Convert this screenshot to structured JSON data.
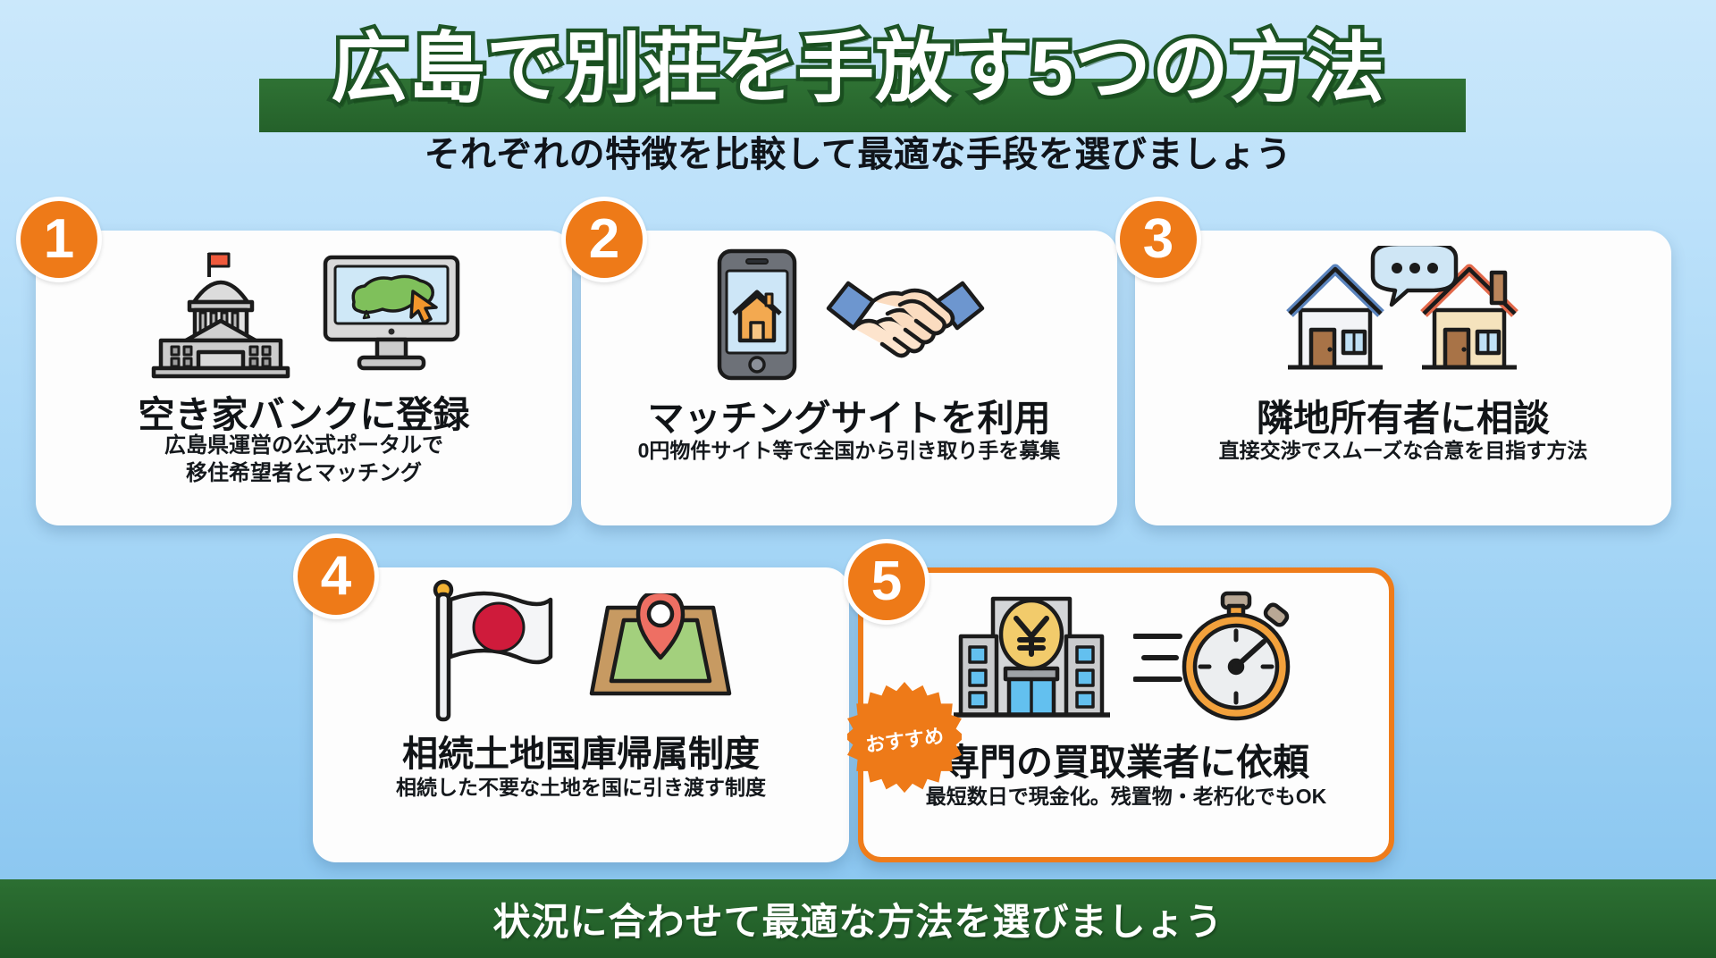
{
  "header": {
    "title": "広島で別荘を手放す5つの方法",
    "subtitle": "それぞれの特徴を比較して最適な手段を選びましょう",
    "title_band_color": "#2a6a2f",
    "title_text_color": "#ffffff"
  },
  "theme": {
    "background_top": "#cbe8fb",
    "background_bottom": "#87c4ef",
    "accent_orange": "#ee7a18",
    "card_background": "#fdfdfd",
    "green": "#2a6a2f"
  },
  "cards": [
    {
      "number": "1",
      "title": "空き家バンクに登録",
      "subtitle_line1": "広島県運営の公式ポータルで",
      "subtitle_line2": "移住希望者とマッチング",
      "icons": [
        "government-building-icon",
        "monitor-hiroshima-map-icon"
      ],
      "highlight": false
    },
    {
      "number": "2",
      "title": "マッチングサイトを利用",
      "subtitle_line1": "0円物件サイト等で全国から引き取り手を募集",
      "subtitle_line2": "",
      "icons": [
        "smartphone-house-icon",
        "handshake-icon"
      ],
      "highlight": false
    },
    {
      "number": "3",
      "title": "隣地所有者に相談",
      "subtitle_line1": "直接交渉でスムーズな合意を目指す方法",
      "subtitle_line2": "",
      "icons": [
        "two-houses-speech-bubble-icon"
      ],
      "highlight": false
    },
    {
      "number": "4",
      "title": "相続土地国庫帰属制度",
      "subtitle_line1": "相続した不要な土地を国に引き渡す制度",
      "subtitle_line2": "",
      "icons": [
        "japan-flag-icon",
        "land-plot-pin-icon"
      ],
      "highlight": false
    },
    {
      "number": "5",
      "title": "専門の買取業者に依頼",
      "subtitle_line1": "最短数日で現金化。残置物・老朽化でもOK",
      "subtitle_line2": "",
      "icons": [
        "office-yen-building-icon",
        "stopwatch-icon"
      ],
      "highlight": true,
      "recommend_label": "おすすめ"
    }
  ],
  "footer": {
    "text": "状況に合わせて最適な方法を選びましょう"
  }
}
